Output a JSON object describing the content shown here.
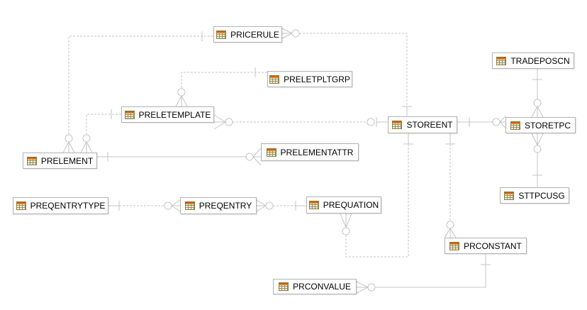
{
  "diagram": {
    "type": "entity-relationship-diagram",
    "entities": [
      {
        "name": "PRICERULE",
        "icon": "table-icon"
      },
      {
        "name": "TRADEPOSCN",
        "icon": "table-icon"
      },
      {
        "name": "PRELETPLTGRP",
        "icon": "table-icon"
      },
      {
        "name": "PRELETEMPLATE",
        "icon": "table-icon"
      },
      {
        "name": "STOREENT",
        "icon": "table-icon"
      },
      {
        "name": "STORETPC",
        "icon": "table-icon"
      },
      {
        "name": "PRELEMENT",
        "icon": "table-icon"
      },
      {
        "name": "PRELEMENTATTR",
        "icon": "table-icon"
      },
      {
        "name": "STTPCUSG",
        "icon": "table-icon"
      },
      {
        "name": "PREQENTRYTYPE",
        "icon": "table-icon"
      },
      {
        "name": "PREQENTRY",
        "icon": "table-icon"
      },
      {
        "name": "PREQUATION",
        "icon": "table-icon"
      },
      {
        "name": "PRCONSTANT",
        "icon": "table-icon"
      },
      {
        "name": "PRCONVALUE",
        "icon": "table-icon"
      }
    ],
    "relationships": [
      {
        "from": "PRICERULE",
        "to": "PRELEMENT",
        "line": "dashed",
        "from_end": "one",
        "to_end": "zero-or-many"
      },
      {
        "from": "PRICERULE",
        "to": "STOREENT",
        "line": "dashed",
        "from_end": "zero-or-many",
        "to_end": "one"
      },
      {
        "from": "PRELETEMPLATE",
        "to": "PRELEMENT",
        "line": "dashed",
        "from_end": "one",
        "to_end": "zero-or-many"
      },
      {
        "from": "PRELETPLTGRP",
        "to": "PRELETEMPLATE",
        "line": "dashed",
        "from_end": "one",
        "to_end": "zero-or-many"
      },
      {
        "from": "PRELETEMPLATE",
        "to": "STOREENT",
        "line": "dashed",
        "from_end": "zero-or-many",
        "to_end": "zero-or-one"
      },
      {
        "from": "PRELEMENT",
        "to": "PRELEMENTATTR",
        "line": "solid",
        "from_end": "one",
        "to_end": "zero-or-many"
      },
      {
        "from": "STOREENT",
        "to": "STORETPC",
        "line": "solid",
        "from_end": "one",
        "to_end": "zero-or-many"
      },
      {
        "from": "TRADEPOSCN",
        "to": "STORETPC",
        "line": "solid",
        "from_end": "one",
        "to_end": "zero-or-many"
      },
      {
        "from": "STORETPC",
        "to": "STTPCUSG",
        "line": "solid",
        "from_end": "zero-or-many",
        "to_end": "one"
      },
      {
        "from": "PREQENTRYTYPE",
        "to": "PREQENTRY",
        "line": "dashed",
        "from_end": "one",
        "to_end": "zero-or-many"
      },
      {
        "from": "PREQENTRY",
        "to": "PREQUATION",
        "line": "dashed",
        "from_end": "zero-or-many",
        "to_end": "one"
      },
      {
        "from": "STOREENT",
        "to": "PREQUATION",
        "line": "dashed",
        "from_end": "one",
        "to_end": "zero-or-many"
      },
      {
        "from": "STOREENT",
        "to": "PRCONSTANT",
        "line": "dashed",
        "from_end": "one",
        "to_end": "zero-or-many"
      },
      {
        "from": "PRCONSTANT",
        "to": "PRCONVALUE",
        "line": "solid",
        "from_end": "one",
        "to_end": "zero-or-many"
      }
    ]
  },
  "colors": {
    "background": "#ffffff",
    "line": "#c4c4c4",
    "entity_border": "#b2b2b2",
    "entity_fill": "#ffffff",
    "entity_text": "#000000",
    "icon_header": "#e07818",
    "icon_body": "#f3edd3"
  }
}
